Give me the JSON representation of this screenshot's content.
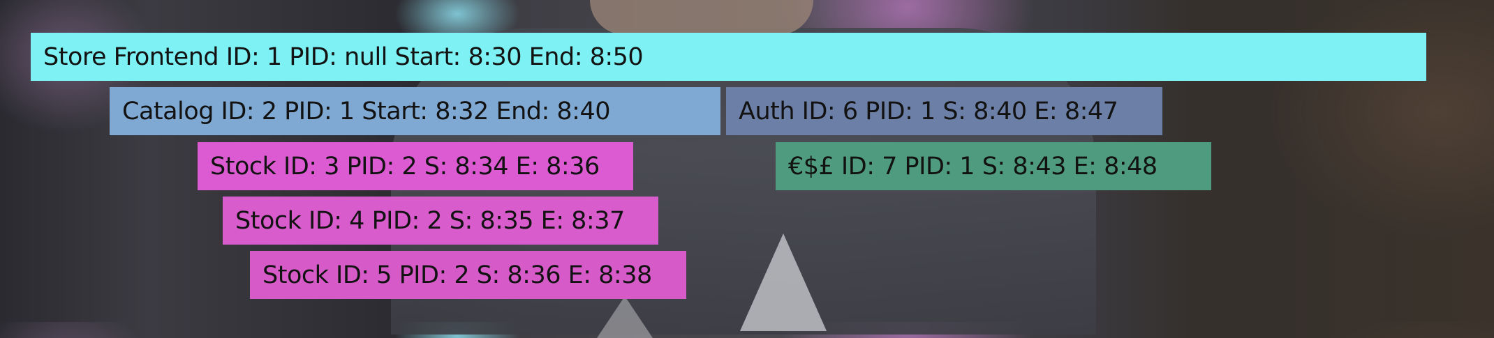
{
  "spans": [
    {
      "id": "store-frontend",
      "label": "Store Frontend  ID: 1  PID: null  Start: 8:30  End: 8:50",
      "color": "#7ef1f4"
    },
    {
      "id": "catalog",
      "label": "Catalog  ID: 2  PID: 1   Start: 8:32  End: 8:40",
      "color": "#7fa9d2"
    },
    {
      "id": "auth",
      "label": "Auth ID: 6  PID: 1  S: 8:40  E: 8:47",
      "color": "#6c7fa6"
    },
    {
      "id": "stock-3",
      "label": "Stock  ID: 3  PID: 2  S: 8:34   E: 8:36",
      "color": "#dc5bd2"
    },
    {
      "id": "payments",
      "label": "€$£ ID: 7  PID: 1  S: 8:43  E: 8:48",
      "color": "#4f9b7f"
    },
    {
      "id": "stock-4",
      "label": "Stock  ID: 4  PID: 2  S: 8:35   E: 8:37",
      "color": "#d85ccb"
    },
    {
      "id": "stock-5",
      "label": "Stock  ID: 5  PID: 2  S: 8:36   E: 8:38",
      "color": "#d65bc8"
    }
  ]
}
